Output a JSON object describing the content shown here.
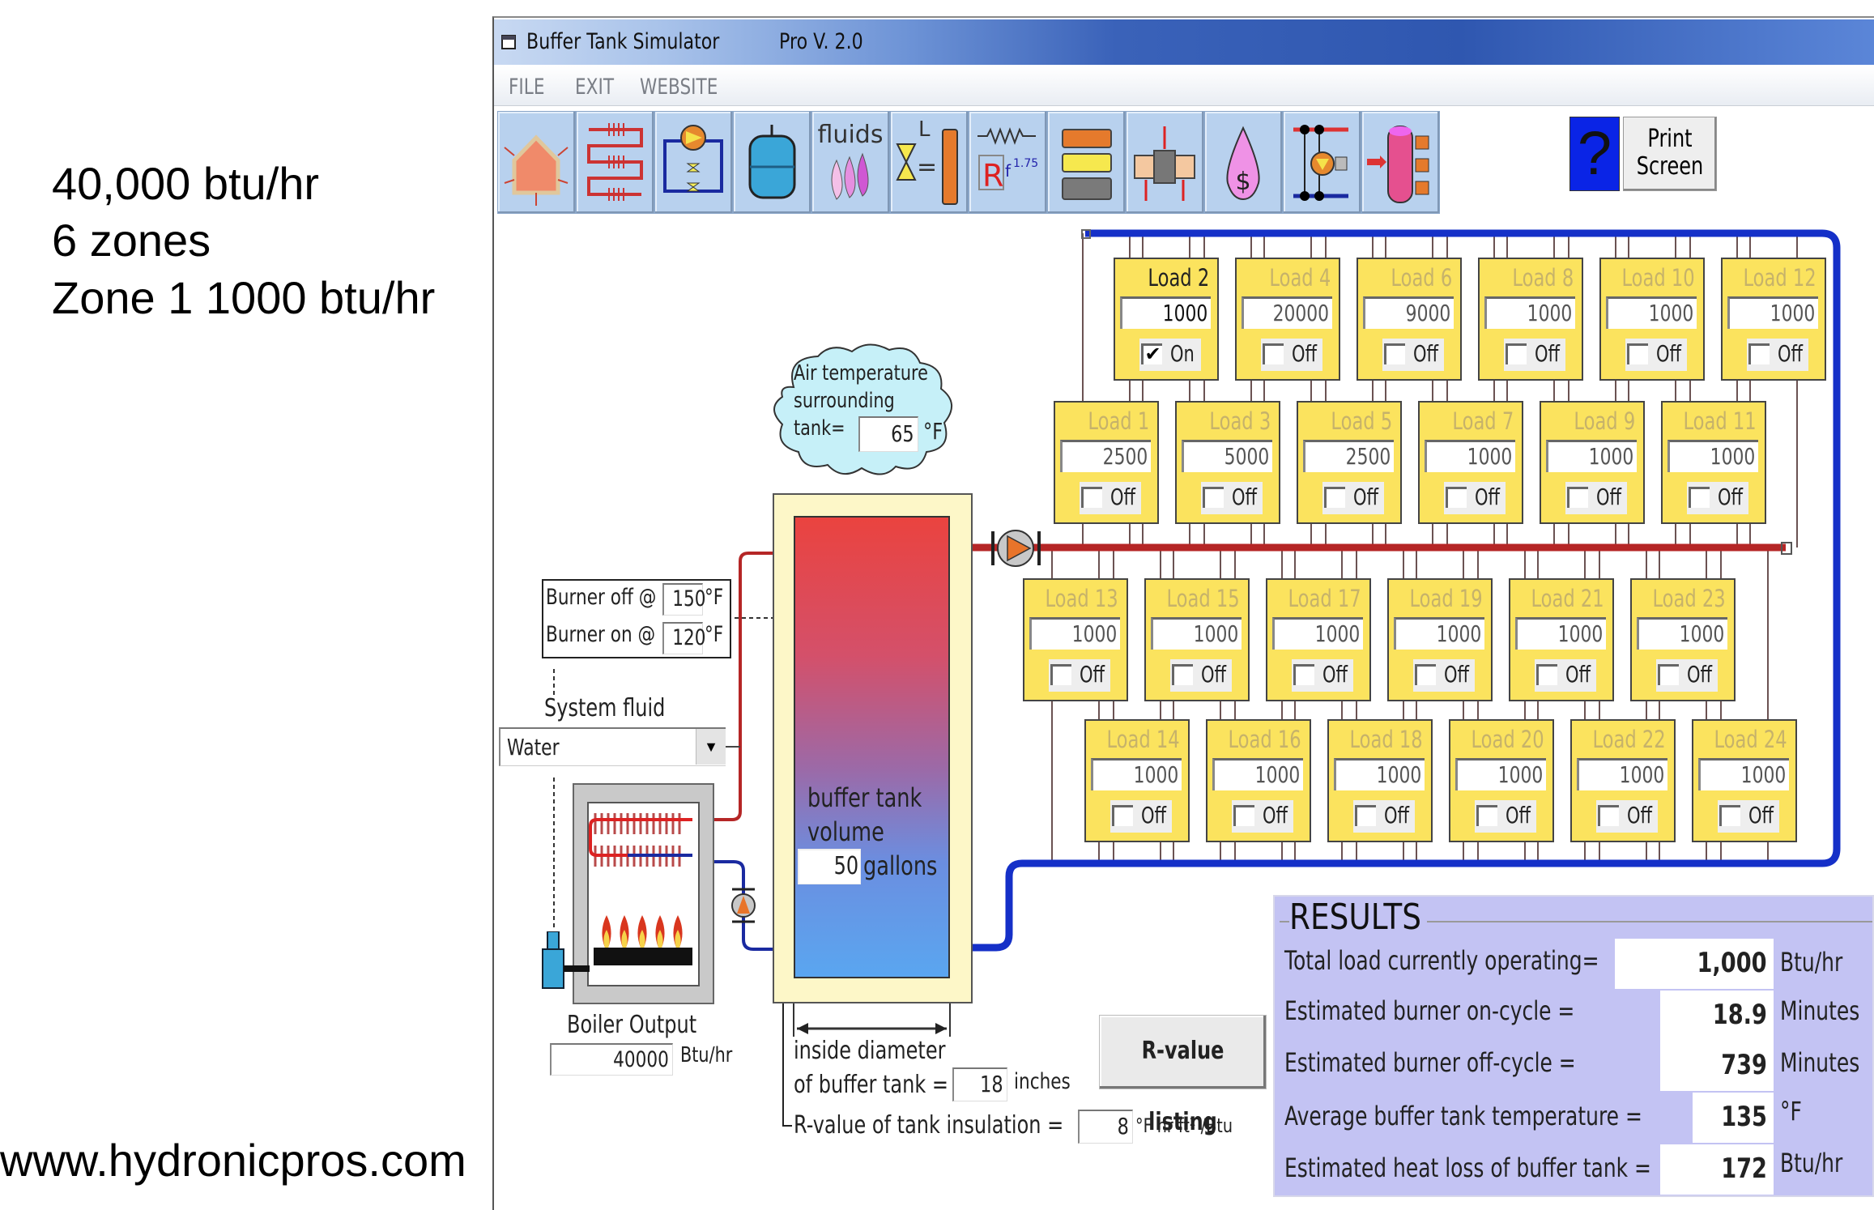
{
  "slide_notes": {
    "lines": [
      "40,000 btu/hr",
      "6 zones",
      "Zone 1 1000 btu/hr"
    ],
    "website": "www.hydronicpros.com"
  },
  "window": {
    "title": "Buffer Tank Simulator",
    "version": "Pro  V.  2.0"
  },
  "menu": {
    "items": [
      "FILE",
      "EXIT",
      "WEBSITE"
    ]
  },
  "toolbar": {
    "buttons": [
      {
        "icon": "house-heat-loss-icon"
      },
      {
        "icon": "radiant-tubing-icon"
      },
      {
        "icon": "pump-circuit-icon"
      },
      {
        "icon": "expansion-tank-icon"
      },
      {
        "icon": "fluids-icon",
        "label": "fluids"
      },
      {
        "icon": "equivalent-length-icon",
        "label": "Le"
      },
      {
        "icon": "hydraulic-resistance-icon",
        "label": "Rf1.75"
      },
      {
        "icon": "pipe-sizes-icon"
      },
      {
        "icon": "pipe-heat-loss-icon"
      },
      {
        "icon": "cost-icon",
        "label": "$"
      },
      {
        "icon": "piping-diagram-icon"
      },
      {
        "icon": "buffer-tank-icon"
      }
    ],
    "help_label": "?",
    "print_label_line1": "Print",
    "print_label_line2": "Screen"
  },
  "air_temp": {
    "label_line1": "Air temperature",
    "label_line2": "surrounding",
    "label_line3": "tank=",
    "value": "65",
    "unit": "°F"
  },
  "burner": {
    "off_label": "Burner off @",
    "off_value": "150",
    "on_label": "Burner on @",
    "on_value": "120",
    "unit": "°F"
  },
  "system_fluid": {
    "label": "System fluid",
    "selected": "Water"
  },
  "boiler": {
    "label": "Boiler Output",
    "value": "40000",
    "unit": "Btu/hr"
  },
  "tank": {
    "volume_label_line1": "buffer tank",
    "volume_label_line2": "volume",
    "volume_value": "50",
    "volume_unit": "gallons",
    "diameter_label_line1": "inside diameter",
    "diameter_label_line2": "of buffer tank =",
    "diameter_value": "18",
    "diameter_unit": "inches",
    "rvalue_label": "R-value of tank insulation =",
    "rvalue_value": "8",
    "rvalue_unit": "°F hr ft² /Btu"
  },
  "rvalue_button": "R-value listing",
  "loads": [
    {
      "name": "Load 1",
      "value": "2500",
      "on": false,
      "state": "Off"
    },
    {
      "name": "Load 2",
      "value": "1000",
      "on": true,
      "state": "On"
    },
    {
      "name": "Load 3",
      "value": "5000",
      "on": false,
      "state": "Off"
    },
    {
      "name": "Load 4",
      "value": "20000",
      "on": false,
      "state": "Off"
    },
    {
      "name": "Load 5",
      "value": "2500",
      "on": false,
      "state": "Off"
    },
    {
      "name": "Load 6",
      "value": "9000",
      "on": false,
      "state": "Off"
    },
    {
      "name": "Load 7",
      "value": "1000",
      "on": false,
      "state": "Off"
    },
    {
      "name": "Load 8",
      "value": "1000",
      "on": false,
      "state": "Off"
    },
    {
      "name": "Load 9",
      "value": "1000",
      "on": false,
      "state": "Off"
    },
    {
      "name": "Load 10",
      "value": "1000",
      "on": false,
      "state": "Off"
    },
    {
      "name": "Load 11",
      "value": "1000",
      "on": false,
      "state": "Off"
    },
    {
      "name": "Load 12",
      "value": "1000",
      "on": false,
      "state": "Off"
    },
    {
      "name": "Load 13",
      "value": "1000",
      "on": false,
      "state": "Off"
    },
    {
      "name": "Load 14",
      "value": "1000",
      "on": false,
      "state": "Off"
    },
    {
      "name": "Load 15",
      "value": "1000",
      "on": false,
      "state": "Off"
    },
    {
      "name": "Load 16",
      "value": "1000",
      "on": false,
      "state": "Off"
    },
    {
      "name": "Load 17",
      "value": "1000",
      "on": false,
      "state": "Off"
    },
    {
      "name": "Load 18",
      "value": "1000",
      "on": false,
      "state": "Off"
    },
    {
      "name": "Load 19",
      "value": "1000",
      "on": false,
      "state": "Off"
    },
    {
      "name": "Load 20",
      "value": "1000",
      "on": false,
      "state": "Off"
    },
    {
      "name": "Load 21",
      "value": "1000",
      "on": false,
      "state": "Off"
    },
    {
      "name": "Load 22",
      "value": "1000",
      "on": false,
      "state": "Off"
    },
    {
      "name": "Load 23",
      "value": "1000",
      "on": false,
      "state": "Off"
    },
    {
      "name": "Load 24",
      "value": "1000",
      "on": false,
      "state": "Off"
    }
  ],
  "results": {
    "title": "RESULTS",
    "rows": [
      {
        "label": "Total load currently operating=",
        "value": "1,000",
        "unit": "Btu/hr"
      },
      {
        "label": "Estimated burner on-cycle =",
        "value": "18.9",
        "unit": "Minutes"
      },
      {
        "label": "Estimated burner off-cycle =",
        "value": "739",
        "unit": "Minutes"
      },
      {
        "label": "Average buffer tank temperature =",
        "value": "135",
        "unit": "°F"
      },
      {
        "label": "Estimated heat loss of buffer tank =",
        "value": "172",
        "unit": "Btu/hr"
      }
    ]
  },
  "colors": {
    "supply_pipe": "#b52626",
    "return_pipe": "#1530c8",
    "load_panel": "#fbe35e",
    "results_panel": "#c3c3f3",
    "tank_hot": "#e84440",
    "tank_cold": "#5aa6f0",
    "insulation": "#fdf7c8",
    "cloud": "#c6f0f8"
  }
}
